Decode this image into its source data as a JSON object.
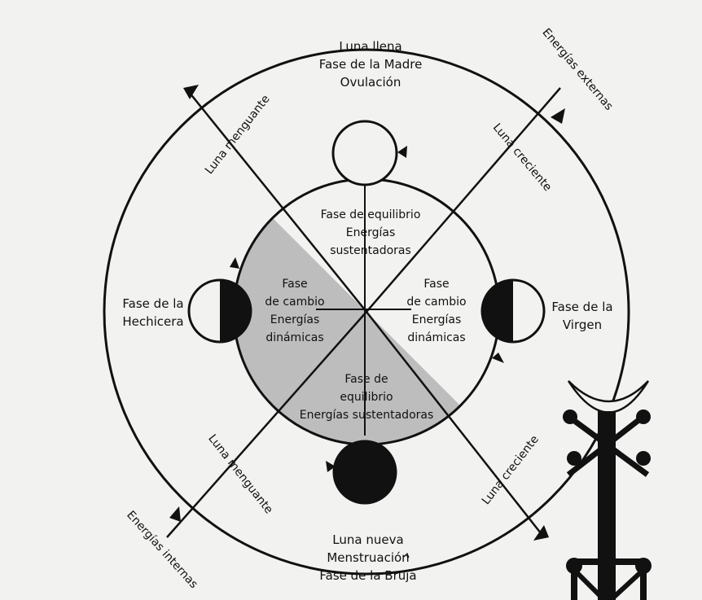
{
  "top_moon": {
    "line1": "Luna llena",
    "line2": "Fase de la Madre",
    "line3": "Ovulación"
  },
  "bottom_moon": {
    "line1": "Luna nueva",
    "line2": "Menstruación",
    "line3": "Fase de la Bruja"
  },
  "left_moon": {
    "line1": "Fase de la",
    "line2": "Hechicera"
  },
  "right_moon": {
    "line1": "Fase de la",
    "line2": "Virgen"
  },
  "center_top": {
    "line1": "Fase de equilibrio",
    "line2": "Energías",
    "line3": "sustentadoras"
  },
  "center_bottom": {
    "line1": "Fase de",
    "line2": "equilibrio",
    "line3": "Energías sustentadoras"
  },
  "center_left": {
    "line1": "Fase",
    "line2": "de cambio",
    "line3": "Energías",
    "line4": "dinámicas"
  },
  "center_right": {
    "line1": "Fase",
    "line2": "de cambio",
    "line3": "Energías",
    "line4": "dinámicas"
  },
  "axes": {
    "upper_left": "Luna menguante",
    "upper_right": "Luna creciente",
    "lower_left": "Luna menguante",
    "lower_right": "Luna creciente"
  },
  "outer": {
    "external": "Energías externas",
    "internal": "Energías internas"
  },
  "colors": {
    "ink": "#111111",
    "shade": "#bdbdbd",
    "paper": "#f2f2f0"
  }
}
